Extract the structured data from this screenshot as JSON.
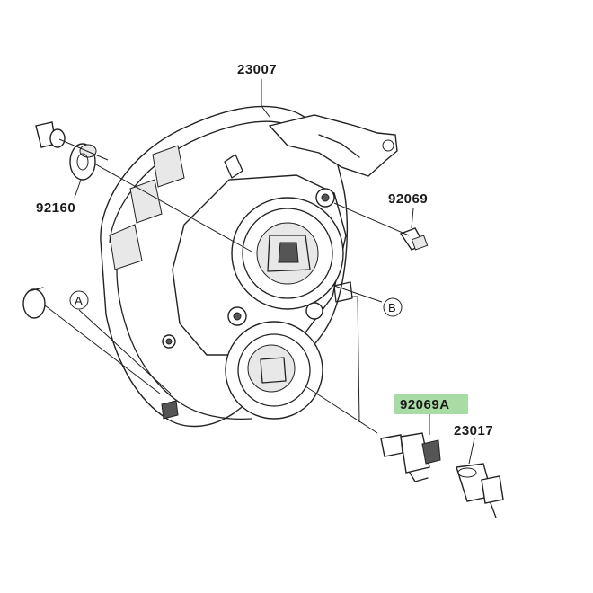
{
  "parts": {
    "headlamp": "23007",
    "grommet": "92160",
    "bulb_small": "92069",
    "bulb_main": "92069A",
    "socket": "23017"
  },
  "callouts": {
    "a": "A",
    "b": "B"
  },
  "colors": {
    "highlight": "#a9dba4",
    "line": "#222222"
  }
}
